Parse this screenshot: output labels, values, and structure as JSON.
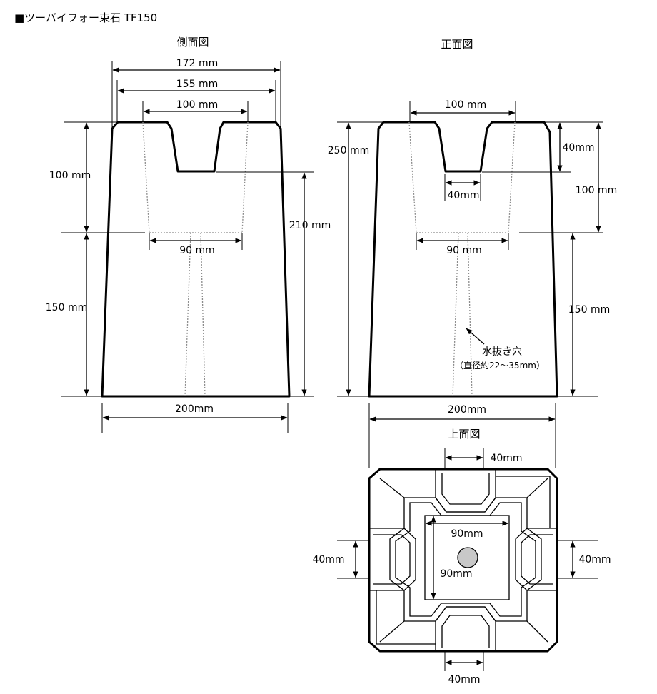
{
  "title": "■ツーバイフォー束石 TF150",
  "views": {
    "side": "側面図",
    "front": "正面図",
    "top": "上面図"
  },
  "side_dims": {
    "top_width": "172 mm",
    "inner_width": "155 mm",
    "slot_width": "100 mm",
    "upper_height": "100 mm",
    "lower_height": "150 mm",
    "hole_width": "90 mm",
    "base_width": "200mm",
    "slot_bottom_height": "210 mm"
  },
  "front_dims": {
    "total_height": "250 mm",
    "slot_width": "100 mm",
    "slot_depth": "40mm",
    "slot_bottom": "40mm",
    "upper_height": "100 mm",
    "hole_width": "90 mm",
    "lower_height": "150 mm",
    "base_width": "200mm",
    "drain_hole": "水抜き穴",
    "drain_diameter": "（直径約22～35mm）"
  },
  "top_dims": {
    "slot_top": "40mm",
    "slot_bottom": "40mm",
    "slot_left": "40mm",
    "slot_right": "40mm",
    "hole_width": "90mm",
    "hole_height": "90mm"
  },
  "colors": {
    "line": "#000000",
    "hidden_line": "#8c8c8c",
    "drain_fill": "#c8c8c8"
  }
}
